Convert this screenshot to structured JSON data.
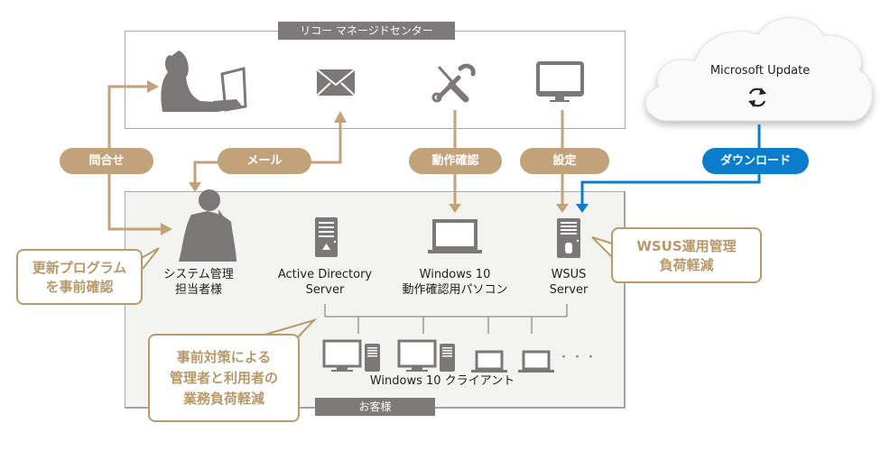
{
  "center": {
    "title": "リコー マネージドセンター"
  },
  "customer": {
    "title": "お客様"
  },
  "cloud": {
    "title": "Microsoft  Update",
    "icon": "refresh-icon"
  },
  "flows": {
    "inquiry": "問合せ",
    "mail": "メール",
    "verify": "動作確認",
    "config": "設定",
    "download": "ダウンロード"
  },
  "nodes": {
    "admin": {
      "line1": "システム管理",
      "line2": "担当者様"
    },
    "ad": {
      "line1": "Active Directory",
      "line2": "Server"
    },
    "testpc": {
      "line1": "Windows 10",
      "line2": "動作確認用パソコン"
    },
    "wsus": {
      "line1": "WSUS",
      "line2": "Server"
    },
    "clients": {
      "label": "Windows 10 クライアント",
      "more": "・・・"
    }
  },
  "callouts": {
    "precheck": {
      "line1": "更新プログラム",
      "line2": "を事前確認"
    },
    "wsus": {
      "line1": "WSUS運用管理",
      "line2": "負荷軽減"
    },
    "reduce": {
      "line1": "事前対策による",
      "line2": "管理者と利用者の",
      "line3": "業務負荷軽減"
    }
  },
  "colors": {
    "tan": "#c2a27a",
    "blue": "#0b7dcc",
    "icon_gray": "#7a7977",
    "box_fill": "#f3f3ef"
  }
}
